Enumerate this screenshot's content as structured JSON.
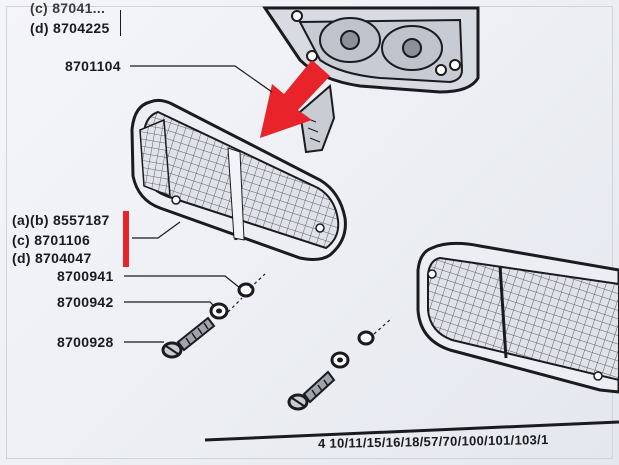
{
  "catalog": {
    "top_labels": [
      {
        "prefix": "(c)",
        "part": "87041..."
      },
      {
        "prefix": "(d)",
        "part": "8704225"
      }
    ],
    "callouts": [
      {
        "label": "8701104"
      },
      {
        "label": "(a)(b) 8557187"
      },
      {
        "label": "(c) 8701106"
      },
      {
        "label": "(d) 8704047"
      },
      {
        "label": "8700941"
      },
      {
        "label": "8700942"
      },
      {
        "label": "8700928"
      }
    ],
    "footer_models": "4 10/11/15/16/18/57/70/100/101/103/1"
  },
  "colors": {
    "highlight_arrow": "#e8232a",
    "highlight_bar": "#e8232a",
    "ink": "#1b1b1f"
  }
}
